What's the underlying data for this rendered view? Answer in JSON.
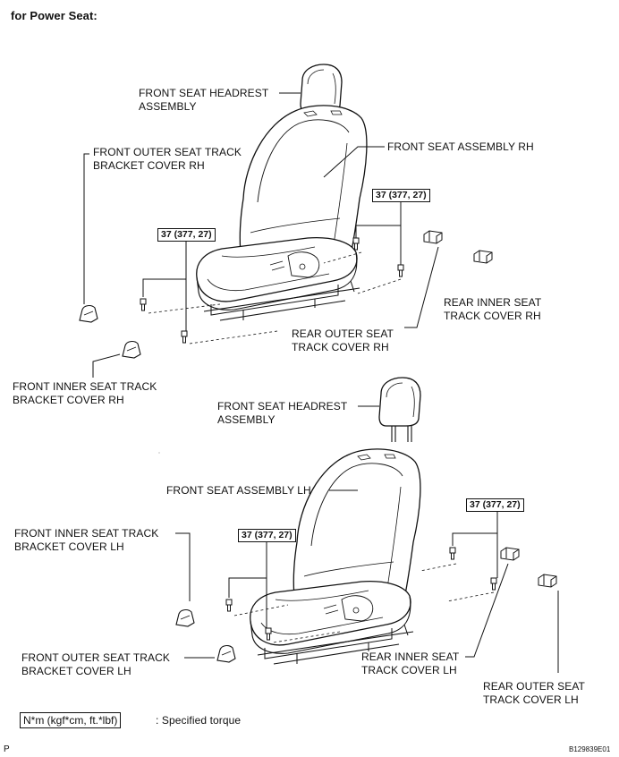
{
  "title": "for Power Seat:",
  "labels": {
    "headrest_rh": [
      "FRONT SEAT HEADREST",
      "ASSEMBLY"
    ],
    "seat_assy_rh": [
      "FRONT SEAT ASSEMBLY RH"
    ],
    "front_outer_cover_rh": [
      "FRONT OUTER SEAT TRACK",
      "BRACKET COVER RH"
    ],
    "rear_inner_cover_rh": [
      "REAR INNER SEAT",
      "TRACK COVER RH"
    ],
    "rear_outer_cover_rh": [
      "REAR OUTER SEAT",
      "TRACK COVER RH"
    ],
    "front_inner_cover_rh": [
      "FRONT INNER SEAT TRACK",
      "BRACKET COVER RH"
    ],
    "headrest_lh": [
      "FRONT SEAT HEADREST",
      "ASSEMBLY"
    ],
    "seat_assy_lh": [
      "FRONT SEAT ASSEMBLY LH"
    ],
    "front_inner_cover_lh": [
      "FRONT INNER SEAT TRACK",
      "BRACKET COVER LH"
    ],
    "front_outer_cover_lh": [
      "FRONT OUTER SEAT TRACK",
      "BRACKET COVER LH"
    ],
    "rear_inner_cover_lh": [
      "REAR INNER SEAT",
      "TRACK COVER LH"
    ],
    "rear_outer_cover_lh": [
      "REAR OUTER SEAT",
      "TRACK COVER LH"
    ]
  },
  "torque": {
    "rh_left": "37 (377, 27)",
    "rh_right": "37 (377, 27)",
    "lh_left": "37 (377, 27)",
    "lh_right": "37 (377, 27)"
  },
  "legend": {
    "box": "N*m (kgf*cm, ft.*lbf)",
    "text": ": Specified torque"
  },
  "footer": {
    "page_letter": "P",
    "figure_code": "B129839E01"
  }
}
